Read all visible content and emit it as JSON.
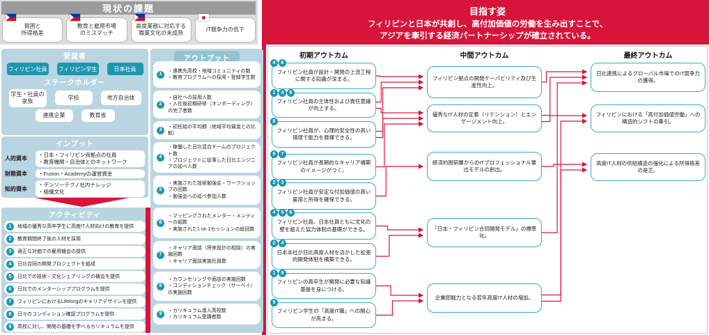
{
  "colors": {
    "accent_red": "#d7143a",
    "teal": "#1e96b0",
    "panel_blue": "#b9d5e1",
    "outcome_border_blue": "#3aa6cb",
    "header_gray": "#9b9b9b"
  },
  "problems": {
    "title": "現状の課題",
    "items": [
      {
        "flag": "ph",
        "lines": [
          "貧困と",
          "所得格差"
        ]
      },
      {
        "flag": "ph",
        "lines": [
          "教育と雇用市場",
          "のミスマッチ"
        ]
      },
      {
        "flag": "ph",
        "lines": [
          "高度業務に対応する",
          "職業文化の未成熟"
        ]
      },
      {
        "flag": "jp",
        "lines": [
          "IT競争力の低下"
        ]
      }
    ]
  },
  "vision": {
    "title": "目指す姿",
    "lines": [
      "フィリピンと日本が共創し、高付加価値の労働を生み出すことで、",
      "アジアを牽引する経済パートナーシップが確立されている。"
    ]
  },
  "beneficiaries": {
    "title": "受益者",
    "items": [
      "フィリピン社員",
      "フィリピン学生",
      "日本社員"
    ]
  },
  "stakeholders": {
    "title": "ステークホルダー",
    "items": [
      "学生・社員の家族",
      "学校",
      "地方自治体",
      "連携企業",
      "教育省"
    ]
  },
  "inputs": {
    "title": "インプット",
    "rows": [
      {
        "label": "人的資本",
        "lines": [
          "・日本・フィリピン両拠点の社員",
          "・教育機関・自治体とのネットワーク"
        ]
      },
      {
        "label": "財務資本",
        "lines": [
          "・Fusion・Academyの運営資金"
        ]
      },
      {
        "label": "知的資本",
        "lines": [
          "・デンソーテクノ社内ナレッジ",
          "・組織文化"
        ]
      }
    ]
  },
  "activities": {
    "title": "アクティビティ",
    "items": [
      {
        "num": "1",
        "text": "地域の優秀な高卒学生に高度IT人材向けの教育を提供"
      },
      {
        "num": "2",
        "text": "教育期間終了後の人材を採用"
      },
      {
        "num": "3",
        "text": "適正な対価での雇用機会の提供"
      },
      {
        "num": "4",
        "text": "日比合同の開発プロジェクトを組成"
      },
      {
        "num": "5",
        "text": "日比での技術・文化シェアリングの機会を提供"
      },
      {
        "num": "6",
        "text": "日比でのメンターシッププログラムを提供"
      },
      {
        "num": "7",
        "text": "フィリピンにおけるLifelongのキャリアデザインを提供"
      },
      {
        "num": "8",
        "text": "日々のコンディション確認プログラムを提供"
      },
      {
        "num": "9",
        "text": "高校に対し、開発の基礎を学べるカリキュラムを提供"
      }
    ]
  },
  "outputs": {
    "title": "アウトプット",
    "items": [
      {
        "num": "1",
        "lines": [
          "・連携先高校・地域コミュニティの数",
          "・教育プログラムへの採用・登録学生数"
        ]
      },
      {
        "num": "2",
        "lines": [
          "・自社への採用人数",
          "・入社後初期研修（オンボーディング）の完了者数"
        ]
      },
      {
        "num": "3",
        "lines": [
          "・初任給の平均額（地域平均賃金との比較）"
        ]
      },
      {
        "num": "4",
        "lines": [
          "・稼働した日比混合チームのプロジェクト数",
          "・プロジェクトに従事した日比エンジニアの延べ人数"
        ]
      },
      {
        "num": "5",
        "lines": [
          "・実施された技術勉強会・ワークショップの回数",
          "・勉強会への延べ参加人数"
        ]
      },
      {
        "num": "6",
        "lines": [
          "・マッピングされたメンター・メンティーの組数",
          "・実施された1 on 1セッションの総回数"
        ]
      },
      {
        "num": "7",
        "lines": [
          "・キャリア面談（将来設計の相談）の実施回数",
          "・キャリア面談実施社員数"
        ]
      },
      {
        "num": "8",
        "lines": [
          "・カウンセリングや面談の実施回数",
          "・コンディションチェック（サーベイ）の実施回数"
        ]
      },
      {
        "num": "9",
        "lines": [
          "・カリキュラム導入高校数",
          "・カリキュラム受講者数"
        ]
      }
    ]
  },
  "initial_outcomes": {
    "title": "初期アウトカム",
    "items": [
      {
        "badges": [
          "4",
          "6"
        ],
        "text": "フィリピン社員が設計・開発の上流工程に関する知識が深まる。"
      },
      {
        "badges": [
          "1",
          "4",
          "6"
        ],
        "text": "フィリピン社員の主体性および責任意識が向上する。"
      },
      {
        "badges": [
          "8"
        ],
        "text": "フィリピン社員が、心理的安全性の高い環境で能力を発揮できる。"
      },
      {
        "badges": [
          "6",
          "7"
        ],
        "text": "フィリピン社員が長期的なキャリア構築のイメージがつく。"
      },
      {
        "badges": [
          "2",
          "3"
        ],
        "text": "フィリピン社員が安定な付加価値の高い雇用と所得を確保できる。"
      },
      {
        "badges": [
          "4",
          "5",
          "6"
        ],
        "text": "フィリピン社員、日本社員ともに文化の壁を超えた協力体制の基礎ができる。"
      },
      {
        "badges": [
          "2",
          "4"
        ],
        "text": "日本本社が日比高度人材を活かした拡張的開発体制を構築できる。"
      },
      {
        "badges": [
          "1",
          "9"
        ],
        "text": "フィリピンの高卒生が開発に必要な知識基盤を身につける。"
      },
      {
        "badges": [
          "9"
        ],
        "text": "フィリピン学生の「高度IT職」への関心が高まる。"
      }
    ]
  },
  "intermediate_outcomes": {
    "title": "中間アウトカム",
    "items": [
      {
        "text": "フィリピン拠点の開発ケーパビリティ及び生産性向上。"
      },
      {
        "text": "優秀なIT人材の定着（リテンション）とエンゲージメント向上。"
      },
      {
        "text": "経済的困窮層からのITプロフェッショナル輩出モデルの創出。"
      },
      {
        "text": "「日本・フィリピン合同開発モデル」の標準化。"
      },
      {
        "text": "企業即戦力となる若年高度IT人材の増加。"
      }
    ]
  },
  "final_outcomes": {
    "title": "最終アウトカム",
    "items": [
      {
        "text": "日比連携によるグローバル市場でのIT競争力の獲得。"
      },
      {
        "text": "フィリピンにおける「高付加価値労働」への構造的シフトの牽引。"
      },
      {
        "text": "高度IT人材の供給構造の強化による所得格差の是正。"
      }
    ]
  },
  "connections": {
    "initial_to_intermediate": [
      [
        1,
        1
      ],
      [
        2,
        1
      ],
      [
        2,
        2
      ],
      [
        3,
        1
      ],
      [
        3,
        2
      ],
      [
        4,
        2
      ],
      [
        5,
        3
      ],
      [
        6,
        4
      ],
      [
        7,
        4
      ],
      [
        8,
        5
      ],
      [
        9,
        5
      ]
    ],
    "intermediate_to_final": [
      [
        1,
        1
      ],
      [
        2,
        1
      ],
      [
        2,
        2
      ],
      [
        3,
        3
      ],
      [
        4,
        1
      ],
      [
        5,
        2
      ],
      [
        5,
        3
      ]
    ]
  }
}
